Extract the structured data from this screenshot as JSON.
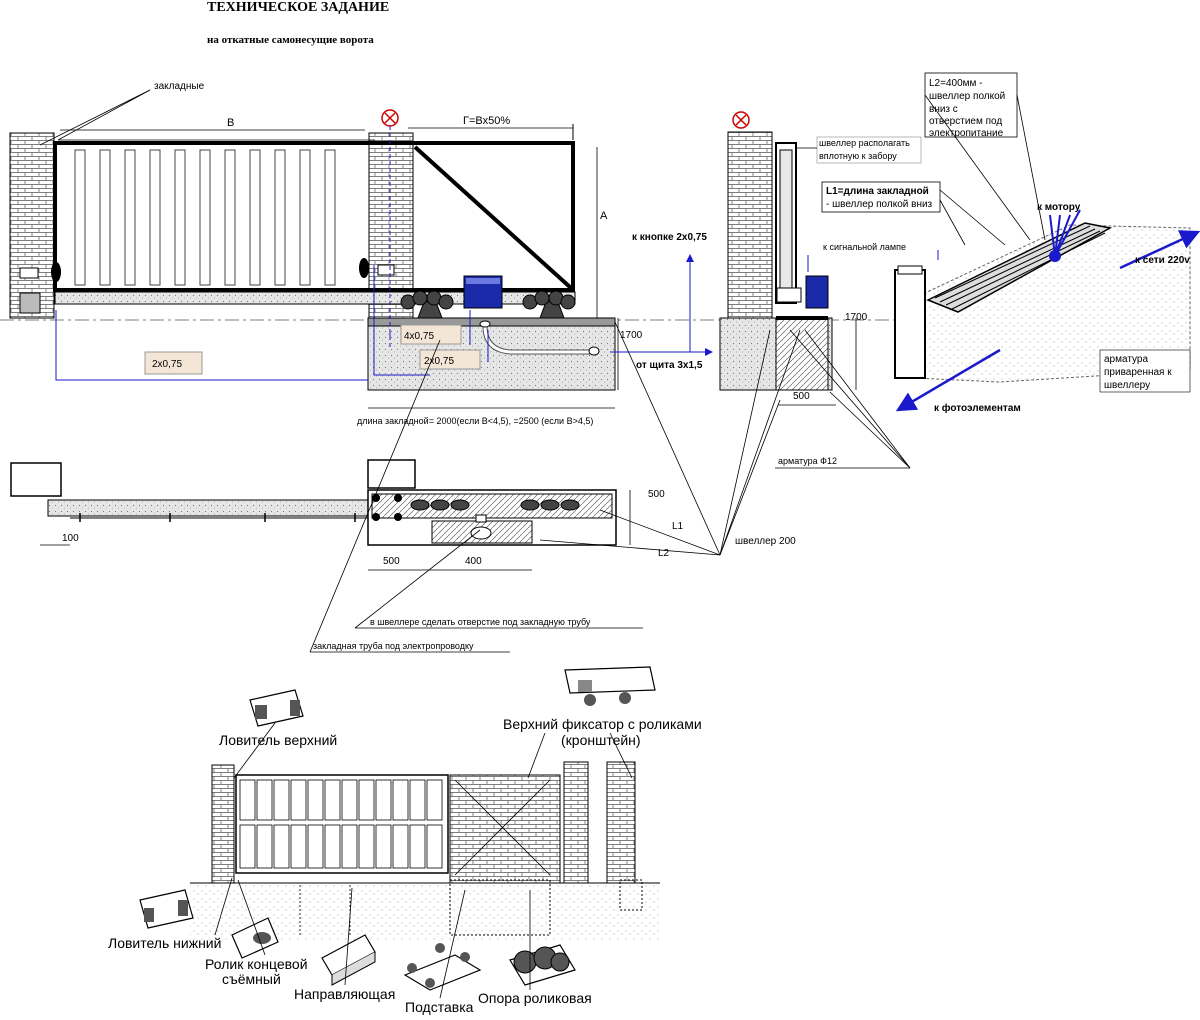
{
  "title": "ТЕХНИЧЕСКОЕ ЗАДАНИЕ",
  "subtitle": "на откатные самонесущие ворота",
  "labels": {
    "zakladnye": "закладные",
    "b": "В",
    "g": "Г=Вх50%",
    "a": "А",
    "knopka": "к кнопке 2х0,75",
    "dim_1700_left": "1700",
    "dim_1700_right": "1700",
    "shit": "от щита 3х1,5",
    "c4": "4х0,75",
    "c2a": "2х0,75",
    "c2b": "2х0,75",
    "dlina": "длина закладной= 2000(если В<4,5), =2500 (если В>4,5)",
    "dim500_side": "500",
    "shveller_raspolagat": "швеллер располагать вплотную к забору",
    "l1_box": "L1=длина закладной",
    "l1_box2": "- швеллер полкой вниз",
    "signal": "к сигнальной лампе",
    "l2_box": "L2=400мм - швеллер полкой вниз с отверстием под электропитание",
    "motoru": "к мотору",
    "seti": "к сети 220v",
    "armatura_priv": "арматура приваренная к швеллеру",
    "foto": "к фотоэлементам",
    "armatura12": "арматура Ф12",
    "dim500_plan": "500",
    "l1": "L1",
    "l2": "L2",
    "shveller200": "швеллер 200",
    "dim100": "100",
    "dim500_bottom": "500",
    "dim400": "400",
    "otverstie": "в швеллере сделать отверстие под закладную трубу",
    "truba": "закладная труба под электропроводку"
  },
  "components": {
    "lovitel_verh": "Ловитель верхний",
    "fiksator": "Верхний фиксатор с роликами",
    "kronshtein": "(кронштейн)",
    "lovitel_nizh": "Ловитель нижний",
    "rolik": "Ролик концевой",
    "rolik2": "съёмный",
    "napravl": "Направляющая",
    "podstavka": "Подставка",
    "opora": "Опора роликовая"
  },
  "colors": {
    "accent_blue": "#1a1acc",
    "callout_fill": "#f3e6d6",
    "concrete": "#d9d9d9",
    "motor_blue": "#1a2aa8"
  }
}
